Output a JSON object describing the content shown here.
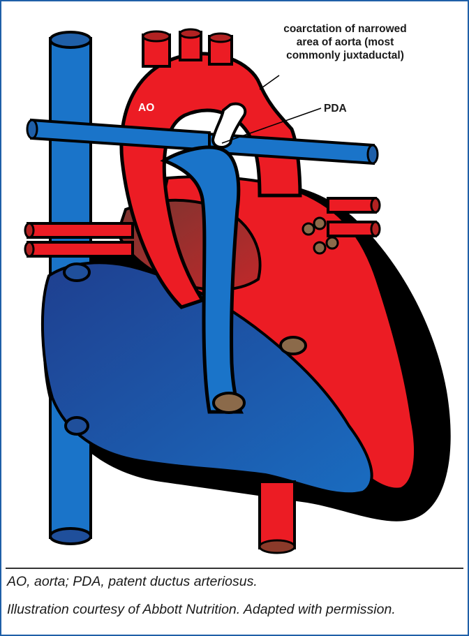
{
  "figure": {
    "labels": {
      "ao": "AO",
      "pda": "PDA",
      "coarctation_line1": "coarctation of narrowed",
      "coarctation_line2": "area of aorta (most",
      "coarctation_line3": "commonly juxtaductal)"
    },
    "caption": {
      "abbreviations": "AO, aorta; PDA, patent ductus arteriosus.",
      "credit": "Illustration courtesy of Abbott Nutrition. Adapted with permission."
    },
    "colors": {
      "frame": "#1f5fa8",
      "oxygenated": "#ec1c24",
      "deoxygenated": "#1a74c9",
      "dark_blue": "#1f4f9b",
      "outline": "#000000",
      "pda_vessel": "#ffffff"
    }
  }
}
